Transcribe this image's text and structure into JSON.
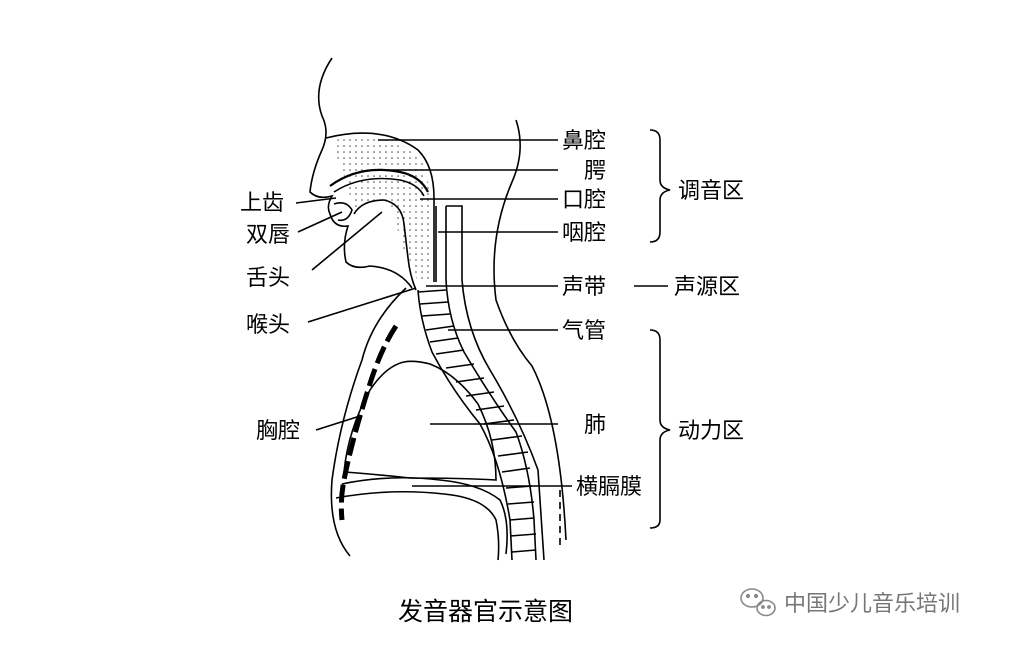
{
  "labels": {
    "nasal_cavity": "鼻腔",
    "palate": "腭",
    "oral_cavity": "口腔",
    "pharynx": "咽腔",
    "vocal_cords": "声带",
    "trachea": "气管",
    "lung": "肺",
    "diaphragm": "横膈膜",
    "upper_teeth": "上齿",
    "lips": "双唇",
    "tongue": "舌头",
    "larynx": "喉头",
    "chest_cavity": "胸腔"
  },
  "zones": {
    "articulation": "调音区",
    "sound_source": "声源区",
    "power": "动力区"
  },
  "caption": "发音器官示意图",
  "watermark": {
    "text": "中国少儿音乐培训",
    "icon": "wechat-icon"
  }
}
